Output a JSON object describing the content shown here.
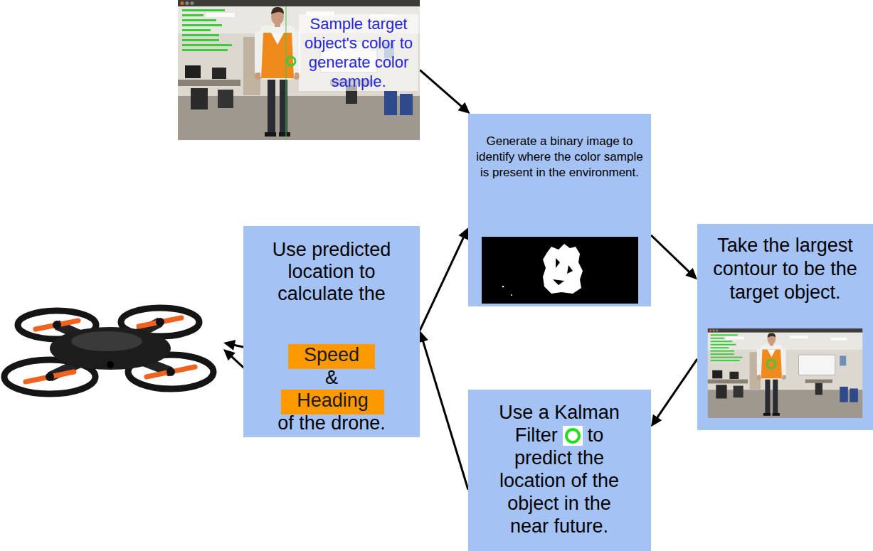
{
  "diagram": {
    "nodes": [
      {
        "text": [
          "Sample target object's color to generate color sample."
        ]
      },
      {
        "text": [
          "Generate a binary image to identify where the color sample is present in the environment."
        ]
      },
      {
        "text": [
          "Take the largest contour to be the target object."
        ]
      },
      {
        "text": [
          "Use a Kalman Filter",
          "to predict the location of the object in the near future."
        ]
      },
      {
        "text": [
          "Use predicted location to calculate the",
          "&",
          "of the drone."
        ]
      },
      {
        "text": [
          "Speed"
        ],
        "in": 4
      },
      {
        "text": [
          "Heading"
        ],
        "in": 4
      }
    ],
    "edges": [
      {
        "from": 0,
        "to": 1,
        "arrow": "to"
      },
      {
        "from": 1,
        "to": 2,
        "arrow": "to"
      },
      {
        "from": 2,
        "to": 3,
        "arrow": "to"
      },
      {
        "from": 3,
        "to": 4,
        "arrow": "to"
      },
      {
        "from": 4,
        "to": 1,
        "arrow": "to"
      }
    ]
  }
}
